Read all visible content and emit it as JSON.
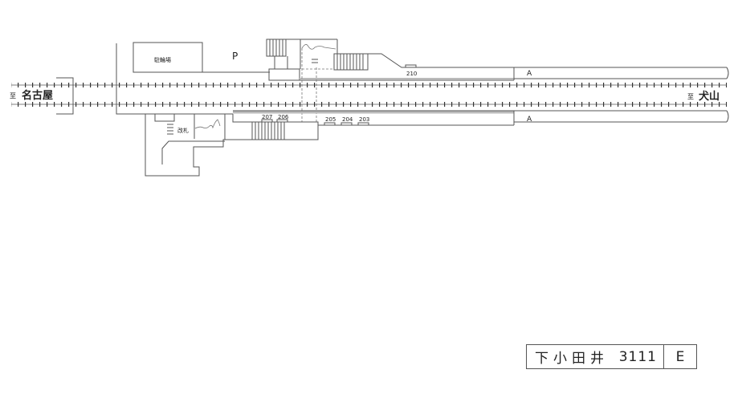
{
  "diagram": {
    "direction_left": {
      "prefix": "至",
      "name": "名古屋"
    },
    "direction_right": {
      "prefix": "至",
      "name": "犬山"
    },
    "bicycle_parking": "駐輪場",
    "parking": "P",
    "ticket_gate": "改札",
    "platform_marker_top": "A",
    "platform_marker_bottom": "A",
    "facility_numbers": {
      "top": [
        "210"
      ],
      "bottom": [
        "207",
        "206",
        "205",
        "204",
        "203"
      ]
    },
    "colors": {
      "line": "#555555",
      "track": "#333333",
      "platform_edge": "#bbbbbb"
    }
  },
  "title_plate": {
    "station_name": "下小田井",
    "code": "3111",
    "category": "E"
  }
}
